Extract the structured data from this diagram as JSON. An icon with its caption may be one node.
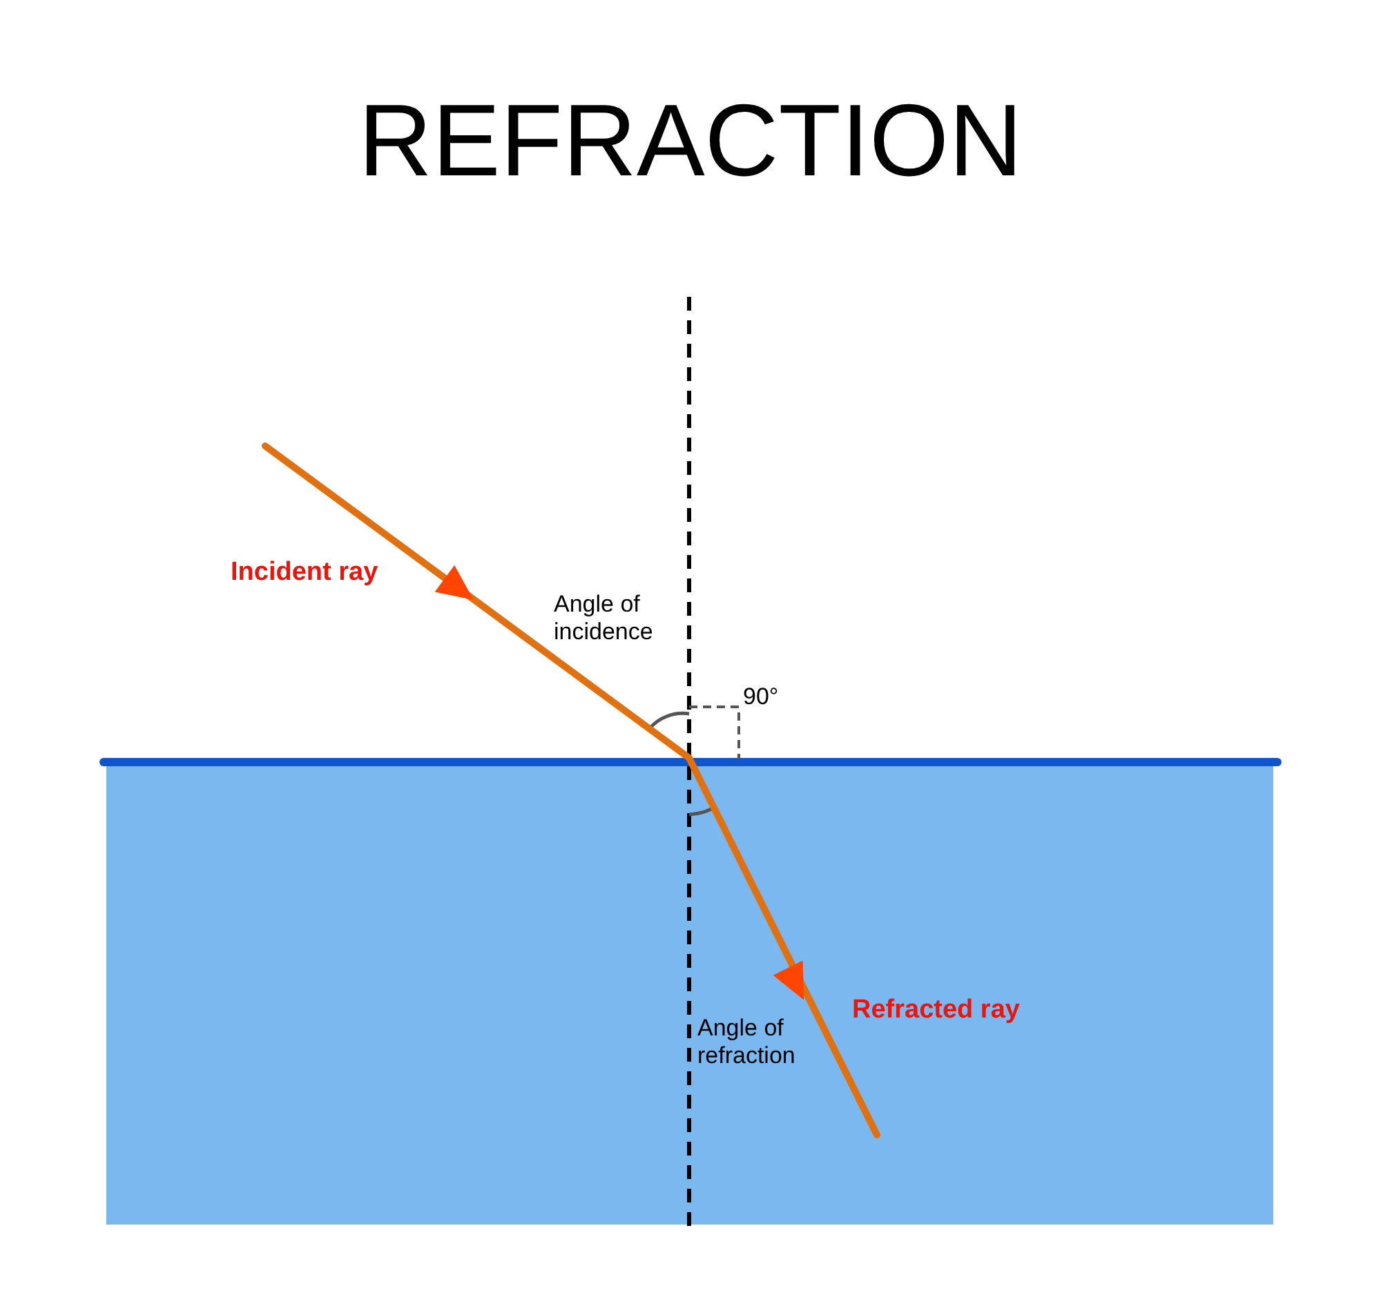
{
  "diagram": {
    "title": "REFRACTION",
    "labels": [
      "Incident ray",
      "Angle of incidence",
      "90°",
      "Refracted ray",
      "Angle of refraction"
    ]
  }
}
